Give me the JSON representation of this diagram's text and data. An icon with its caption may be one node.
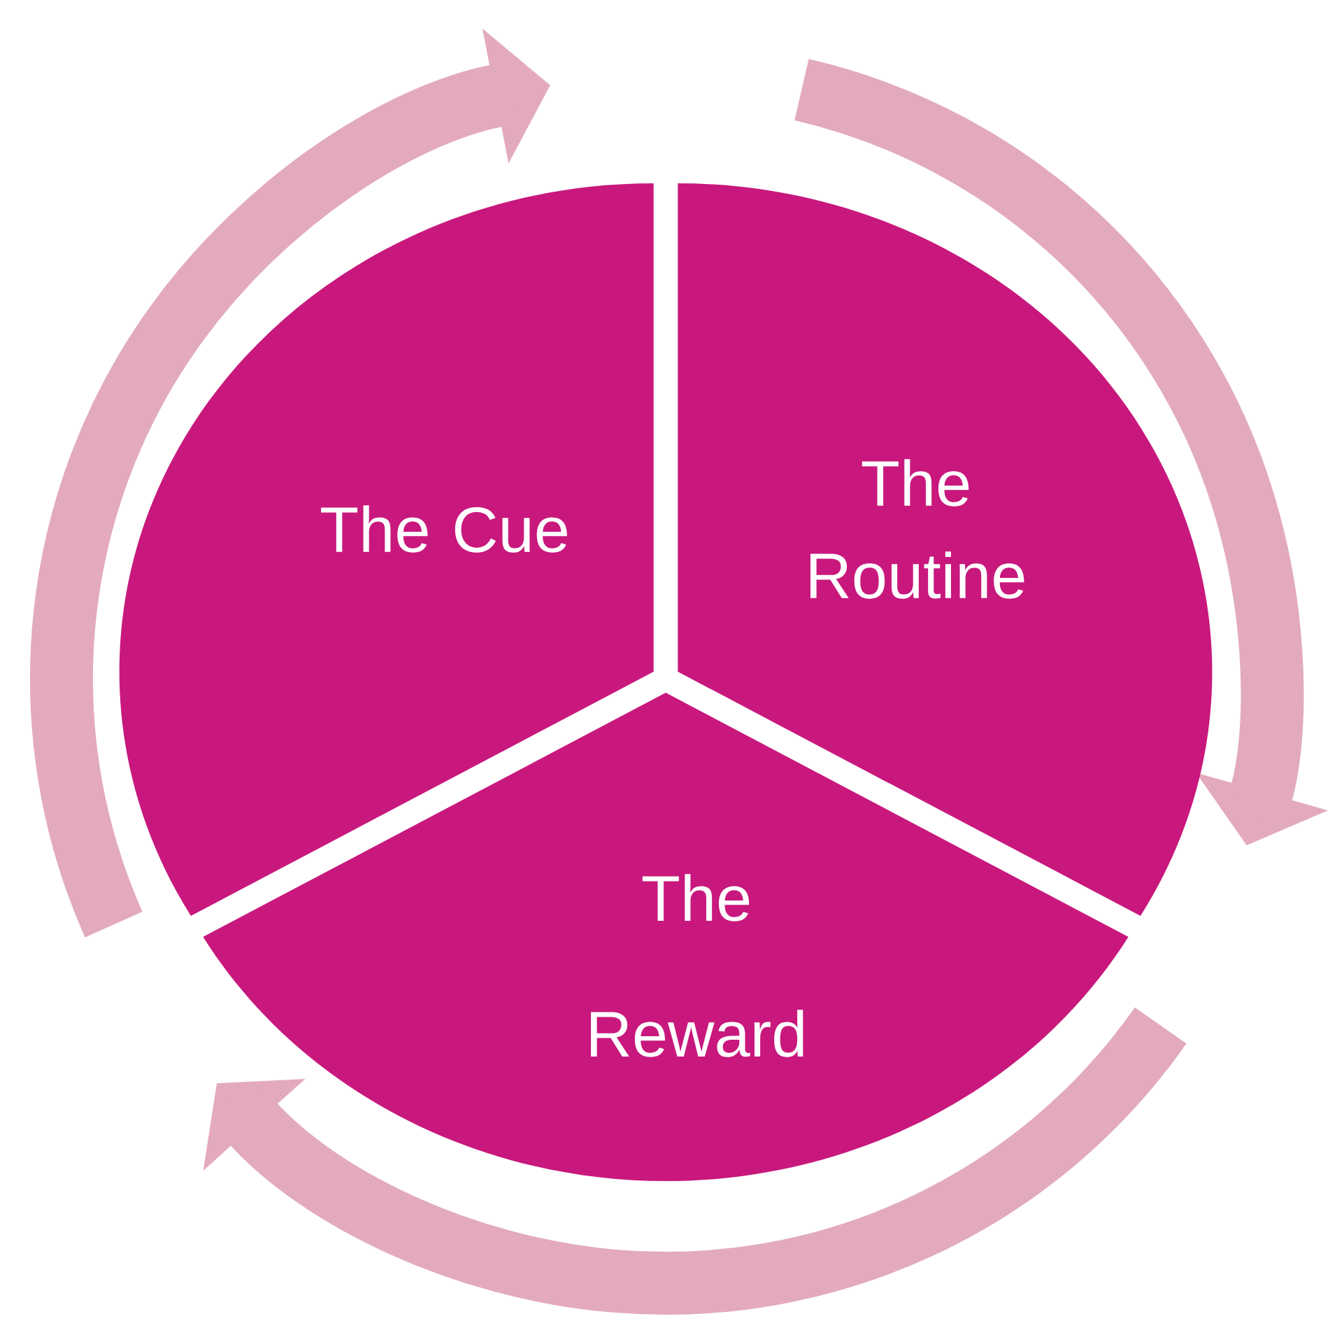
{
  "diagram": {
    "nodes": [
      {
        "text": [
          "The Cue"
        ]
      },
      {
        "text": [
          "The Routine"
        ]
      },
      {
        "text": [
          "The Reward"
        ]
      }
    ]
  }
}
